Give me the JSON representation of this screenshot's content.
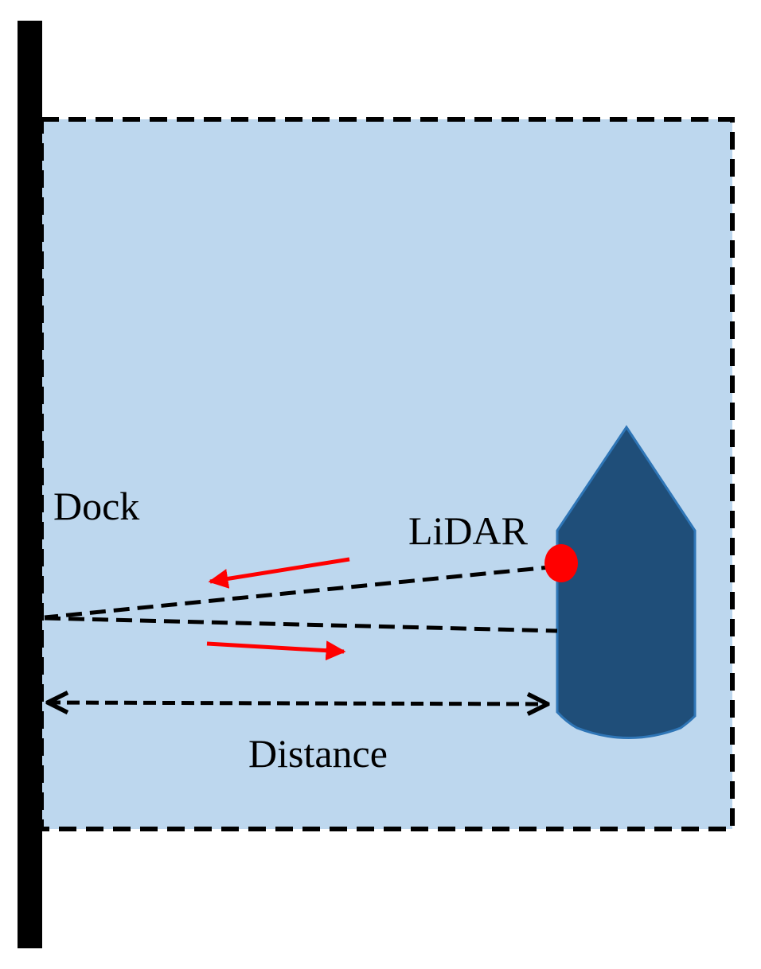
{
  "labels": {
    "dock": "Dock",
    "lidar": "LiDAR",
    "distance": "Distance"
  },
  "colors": {
    "water": "#bdd7ee",
    "boat": "#1f4e79",
    "boat_outline": "#2e75b6",
    "lidar_sensor": "#ff0000",
    "signal_arrow": "#ff0000",
    "dock": "#000000",
    "background": "#ffffff"
  }
}
